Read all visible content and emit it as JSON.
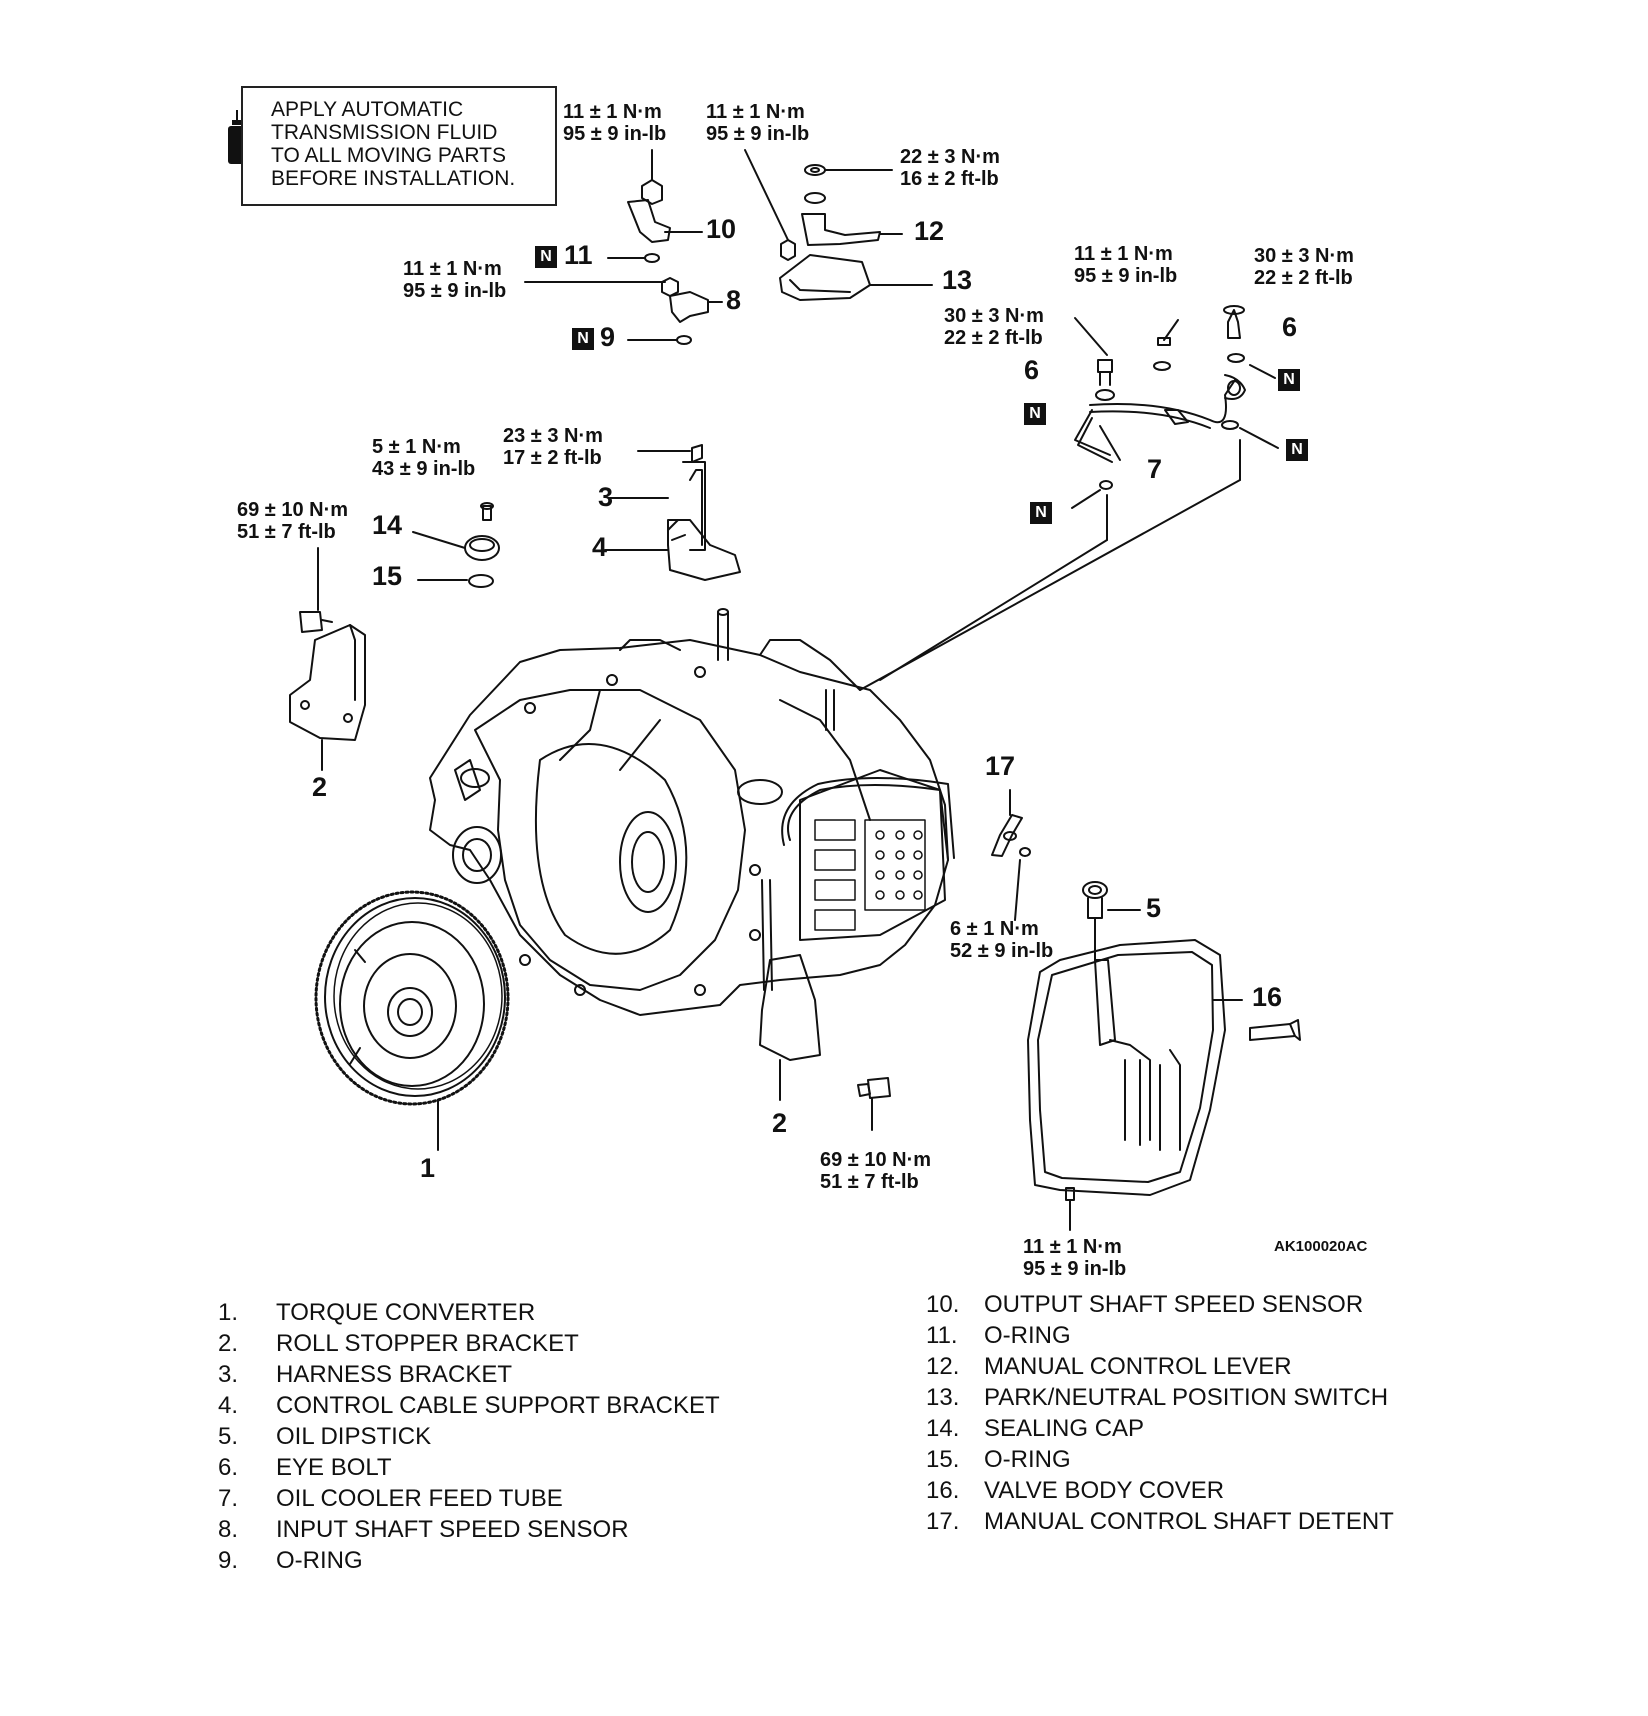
{
  "notice": {
    "lines": [
      "APPLY AUTOMATIC",
      "TRANSMISSION FLUID",
      "TO ALL MOVING PARTS",
      "BEFORE INSTALLATION."
    ],
    "icon": "fluid-bottle-icon"
  },
  "new_part_badge": "N",
  "callouts": [
    "1",
    "2",
    "2",
    "3",
    "4",
    "5",
    "6",
    "6",
    "7",
    "8",
    "9",
    "10",
    "11",
    "12",
    "13",
    "14",
    "15",
    "16",
    "17"
  ],
  "torque": {
    "sensor10": [
      "11 ± 1 N·m",
      "95 ± 9 in-lb"
    ],
    "sensor13": [
      "11 ± 1 N·m",
      "95 ± 9 in-lb"
    ],
    "nut12": [
      "22 ± 3 N·m",
      "16 ± 2 ft-lb"
    ],
    "sensor8": [
      "11 ± 1 N·m",
      "95 ± 9 in-lb"
    ],
    "bolt_tube_mid": [
      "11 ± 1 N·m",
      "95 ± 9 in-lb"
    ],
    "eyebolt_right": [
      "30 ± 3 N·m",
      "22 ± 2 ft-lb"
    ],
    "eyebolt_left": [
      "30 ± 3 N·m",
      "22 ± 2 ft-lb"
    ],
    "bracket3": [
      "23 ± 3 N·m",
      "17 ± 2 ft-lb"
    ],
    "cap14": [
      "5 ± 1 N·m",
      "43 ± 9 in-lb"
    ],
    "bracket2_top": [
      "69 ± 10 N·m",
      "51 ± 7 ft-lb"
    ],
    "detent17": [
      "6 ± 1 N·m",
      "52 ± 9 in-lb"
    ],
    "bracket2_bottom": [
      "69 ± 10 N·m",
      "51 ± 7 ft-lb"
    ],
    "cover16": [
      "11 ± 1 N·m",
      "95 ± 9 in-lb"
    ]
  },
  "figure_id": "AK100020AC",
  "legend_left": [
    {
      "n": "1.",
      "label": "TORQUE CONVERTER"
    },
    {
      "n": "2.",
      "label": "ROLL STOPPER BRACKET"
    },
    {
      "n": "3.",
      "label": "HARNESS BRACKET"
    },
    {
      "n": "4.",
      "label": "CONTROL CABLE SUPPORT BRACKET"
    },
    {
      "n": "5.",
      "label": "OIL DIPSTICK"
    },
    {
      "n": "6.",
      "label": "EYE BOLT"
    },
    {
      "n": "7.",
      "label": "OIL COOLER FEED TUBE"
    },
    {
      "n": "8.",
      "label": "INPUT SHAFT SPEED SENSOR"
    },
    {
      "n": "9.",
      "label": "O-RING"
    }
  ],
  "legend_right": [
    {
      "n": "10.",
      "label": "OUTPUT SHAFT SPEED SENSOR"
    },
    {
      "n": "11.",
      "label": "O-RING"
    },
    {
      "n": "12.",
      "label": "MANUAL CONTROL LEVER"
    },
    {
      "n": "13.",
      "label": "PARK/NEUTRAL POSITION SWITCH"
    },
    {
      "n": "14.",
      "label": "SEALING CAP"
    },
    {
      "n": "15.",
      "label": "O-RING"
    },
    {
      "n": "16.",
      "label": "VALVE BODY COVER"
    },
    {
      "n": "17.",
      "label": "MANUAL CONTROL SHAFT DETENT"
    }
  ]
}
